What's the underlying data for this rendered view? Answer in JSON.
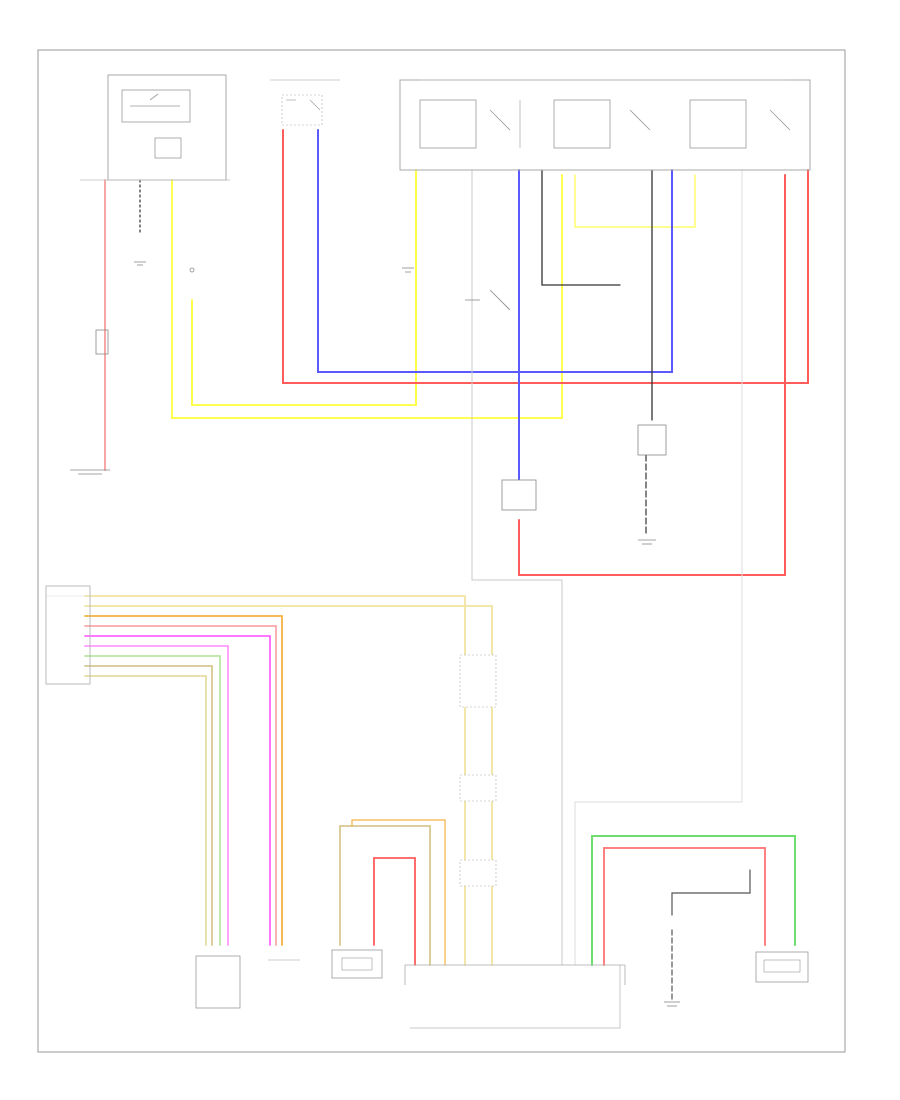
{
  "diagram": {
    "page_ref": "",
    "wire_colors": {
      "red": "#ff5c5c",
      "pink": "#f8a7a7",
      "yellow": "#ffff4d",
      "blue": "#5a5aff",
      "green": "#6edc6e",
      "orange": "#f5b041",
      "magenta": "#ff66ff",
      "black": "#333333",
      "gray": "#a0a0a0",
      "tan": "#d8c890",
      "lightyellow": "#f2e4a0"
    },
    "components": [
      {
        "id": "fuse-relay-block-left",
        "label": ""
      },
      {
        "id": "fuse-relay-block-mid",
        "label": ""
      },
      {
        "id": "relay-block-right",
        "label": ""
      },
      {
        "id": "relay-1",
        "label": ""
      },
      {
        "id": "relay-2",
        "label": ""
      },
      {
        "id": "relay-3",
        "label": ""
      },
      {
        "id": "engine-room-junction",
        "label": ""
      },
      {
        "id": "connector-1",
        "label": ""
      },
      {
        "id": "connector-2",
        "label": ""
      },
      {
        "id": "ground-1",
        "label": ""
      },
      {
        "id": "ground-2",
        "label": ""
      },
      {
        "id": "ground-3",
        "label": ""
      },
      {
        "id": "ground-4",
        "label": ""
      },
      {
        "id": "instrument-connector",
        "label": ""
      },
      {
        "id": "junction-connector",
        "label": ""
      },
      {
        "id": "connector-3",
        "label": ""
      },
      {
        "id": "connector-4",
        "label": ""
      },
      {
        "id": "connector-5",
        "label": ""
      },
      {
        "id": "sensor-left",
        "label": ""
      },
      {
        "id": "switch-middle",
        "label": ""
      },
      {
        "id": "actuator",
        "label": ""
      },
      {
        "id": "control-module",
        "label": ""
      },
      {
        "id": "ground-5",
        "label": ""
      },
      {
        "id": "motor-right",
        "label": ""
      }
    ],
    "connector_pins": [],
    "wire_codes": []
  }
}
